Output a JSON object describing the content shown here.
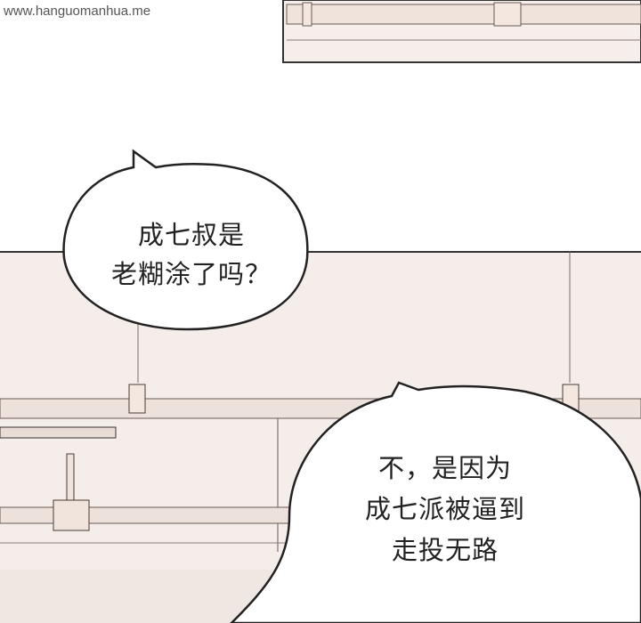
{
  "watermark": "www.hanguomanhua.me",
  "bubbles": [
    {
      "lines": [
        "成七叔是",
        "老糊涂了吗？"
      ]
    },
    {
      "lines": [
        "不，是因为",
        "成七派被逼到",
        "走投无路"
      ]
    }
  ],
  "colors": {
    "wall": "#f3ebe6",
    "pipe": "#ece0d8",
    "line": "#4a3a34"
  }
}
